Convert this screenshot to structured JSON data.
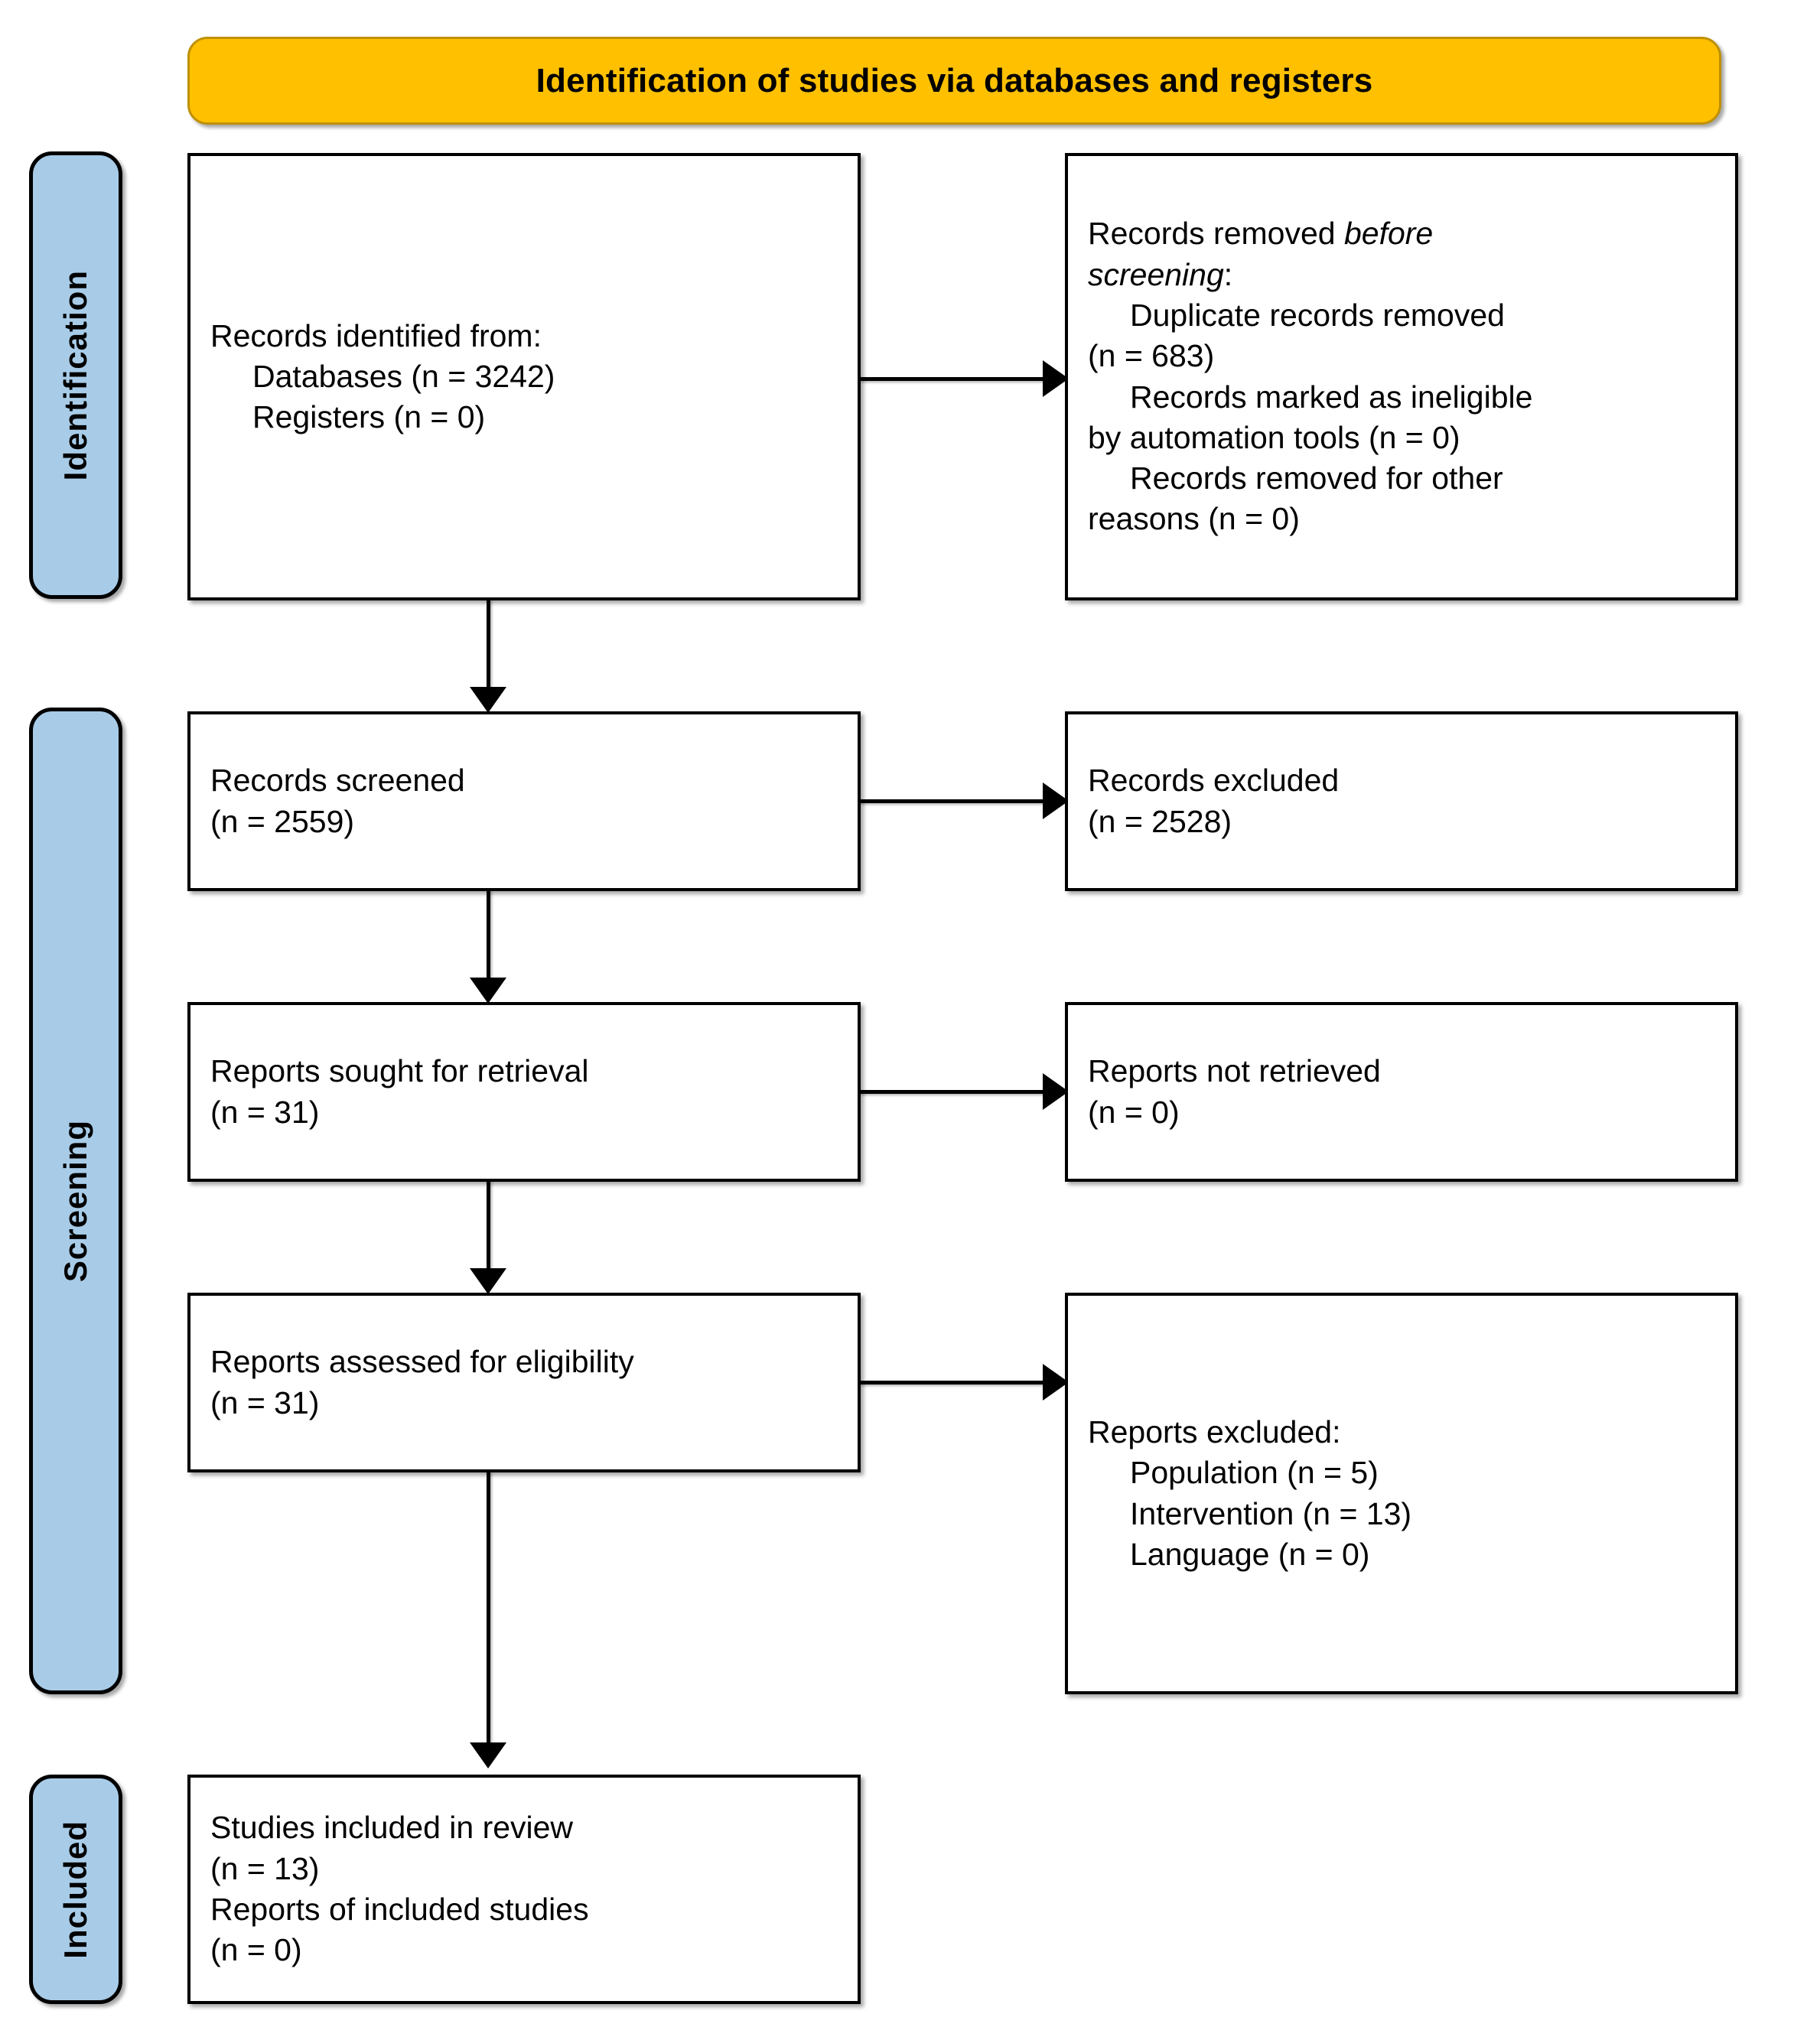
{
  "banner": {
    "title": "Identification of studies via databases and registers"
  },
  "stages": [
    {
      "label": "Identification"
    },
    {
      "label": "Screening"
    },
    {
      "label": "Included"
    }
  ],
  "boxes": {
    "identified": {
      "line1": "Records identified from:",
      "line2": "Databases (n = 3242)",
      "line3": "Registers (n = 0)"
    },
    "removed_before_screening": {
      "line1_plain": "Records removed ",
      "line1_italic": "before",
      "line2_italic": "screening",
      "line2_plain": ":",
      "line3": "Duplicate records removed",
      "line4": "(n = 683)",
      "line5": "Records marked as ineligible",
      "line6": "by automation tools (n = 0)",
      "line7": "Records removed for other",
      "line8": "reasons (n = 0)"
    },
    "records_screened": {
      "line1": "Records screened",
      "line2": "(n = 2559)"
    },
    "records_excluded": {
      "line1": "Records excluded",
      "line2": "(n = 2528)"
    },
    "reports_sought": {
      "line1": "Reports sought for retrieval",
      "line2": "(n = 31)"
    },
    "reports_not_retrieved": {
      "line1": "Reports not retrieved",
      "line2": "(n = 0)"
    },
    "reports_assessed": {
      "line1": "Reports assessed for eligibility",
      "line2": "(n = 31)"
    },
    "reports_excluded": {
      "line1": "Reports excluded:",
      "line2": "Population (n = 5)",
      "line3": "Intervention (n = 13)",
      "line4": "Language (n = 0)"
    },
    "studies_included": {
      "line1": "Studies included in review",
      "line2": "(n = 13)",
      "line3": "Reports of included studies",
      "line4": "(n = 0)"
    }
  },
  "colors": {
    "banner_fill": "#FFC000",
    "banner_border": "#BF9000",
    "stage_fill": "#A8CCE8",
    "box_border": "#000000",
    "box_fill": "#FFFFFF"
  }
}
